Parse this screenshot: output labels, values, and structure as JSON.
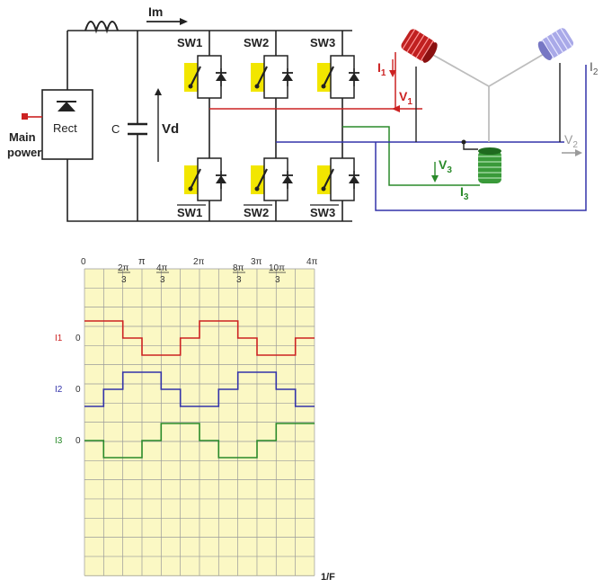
{
  "circuit": {
    "main_power_label_1": "Main",
    "main_power_label_2": "power",
    "rect_label": "Rect",
    "capacitor_label": "C",
    "vd_label": "Vd",
    "im_label": "Im",
    "switches_top": [
      "SW1",
      "SW2",
      "SW3"
    ],
    "switches_bottom": [
      "SW1",
      "SW2",
      "SW3"
    ],
    "motor": {
      "i1_label": "I",
      "i1_sub": "1",
      "v1_label": "V",
      "v1_sub": "1",
      "i2_label": "I",
      "i2_sub": "2",
      "v2_label": "V",
      "v2_sub": "2",
      "v3_label": "V",
      "v3_sub": "3",
      "i3_label": "I",
      "i3_sub": "3"
    },
    "colors": {
      "phase1": "#cc2222",
      "phase2": "#3333aa",
      "phase3": "#2a8a2a",
      "switch_bg": "#f2e600",
      "grey": "#b8b8b8"
    }
  },
  "waveform": {
    "top_ticks": {
      "zero": "0",
      "pi": "π",
      "two_pi": "2π",
      "three_pi": "3π",
      "four_pi": "4π"
    },
    "frac_ticks": [
      {
        "num": "2π",
        "den": "3"
      },
      {
        "num": "4π",
        "den": "3"
      },
      {
        "num": "8π",
        "den": "3"
      },
      {
        "num": "10π",
        "den": "3"
      }
    ],
    "rows": [
      {
        "name": "I1",
        "zero": "0",
        "color": "#cc2222"
      },
      {
        "name": "I2",
        "zero": "0",
        "color": "#3333aa"
      },
      {
        "name": "I3",
        "zero": "0",
        "color": "#2a8a2a"
      }
    ],
    "x_axis_label": "1/F",
    "grid_bg": "#fbf8c4",
    "grid_line": "#9a9a9a"
  }
}
